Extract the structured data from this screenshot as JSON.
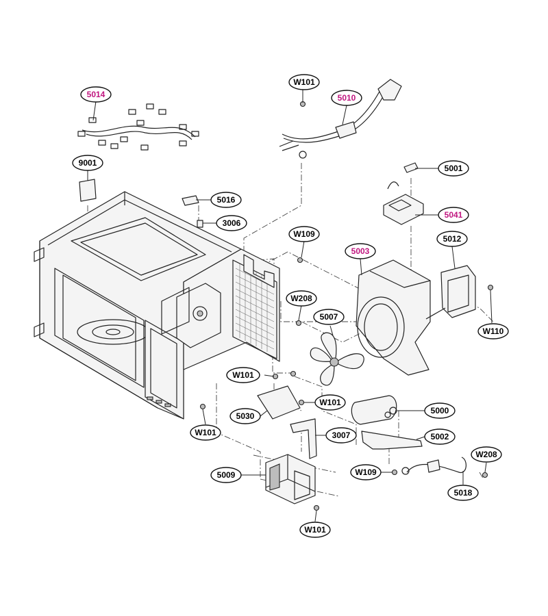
{
  "colors": {
    "line": "#222222",
    "highlight": "#c0157f",
    "normal_text": "#000000"
  },
  "callouts": [
    {
      "id": "5014",
      "text": "5014",
      "highlight": true
    },
    {
      "id": "9001",
      "text": "9001",
      "highlight": false
    },
    {
      "id": "W101_top",
      "text": "W101",
      "highlight": false
    },
    {
      "id": "5010",
      "text": "5010",
      "highlight": true
    },
    {
      "id": "5001",
      "text": "5001",
      "highlight": false
    },
    {
      "id": "5041",
      "text": "5041",
      "highlight": true
    },
    {
      "id": "5016",
      "text": "5016",
      "highlight": false
    },
    {
      "id": "3006",
      "text": "3006",
      "highlight": false
    },
    {
      "id": "W109_a",
      "text": "W109",
      "highlight": false
    },
    {
      "id": "5003",
      "text": "5003",
      "highlight": true
    },
    {
      "id": "5012",
      "text": "5012",
      "highlight": false
    },
    {
      "id": "W208_a",
      "text": "W208",
      "highlight": false
    },
    {
      "id": "5007",
      "text": "5007",
      "highlight": false
    },
    {
      "id": "W110",
      "text": "W110",
      "highlight": false
    },
    {
      "id": "W101_mid",
      "text": "W101",
      "highlight": false
    },
    {
      "id": "W101_right",
      "text": "W101",
      "highlight": false
    },
    {
      "id": "5000",
      "text": "5000",
      "highlight": false
    },
    {
      "id": "5030",
      "text": "5030",
      "highlight": false
    },
    {
      "id": "3007",
      "text": "3007",
      "highlight": false
    },
    {
      "id": "5002",
      "text": "5002",
      "highlight": false
    },
    {
      "id": "W101_left",
      "text": "W101",
      "highlight": false
    },
    {
      "id": "W208_b",
      "text": "W208",
      "highlight": false
    },
    {
      "id": "5009",
      "text": "5009",
      "highlight": false
    },
    {
      "id": "W109_b",
      "text": "W109",
      "highlight": false
    },
    {
      "id": "5018",
      "text": "5018",
      "highlight": false
    },
    {
      "id": "W101_bottom",
      "text": "W101",
      "highlight": false
    }
  ]
}
